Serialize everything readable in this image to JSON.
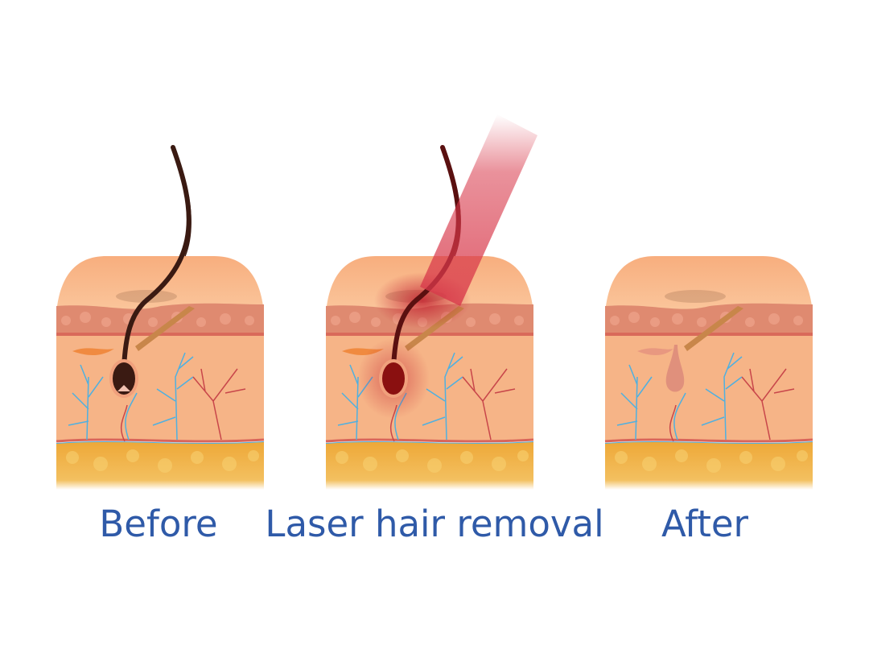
{
  "labels": {
    "before": "Before",
    "laser": "Laser hair removal",
    "after": "After"
  },
  "colors": {
    "label": "#2f5aa8",
    "epidermis": "#f7b98a",
    "dermis_band": "#df8a70",
    "dermis": "#f6b487",
    "fat": "#f0b440",
    "hair": "#3a1a12",
    "laser": "#d8384a",
    "vein": "#4fb0e0",
    "artery": "#c8464a"
  },
  "icons": [
    "skin-cross-section",
    "hair-follicle",
    "laser-beam"
  ]
}
